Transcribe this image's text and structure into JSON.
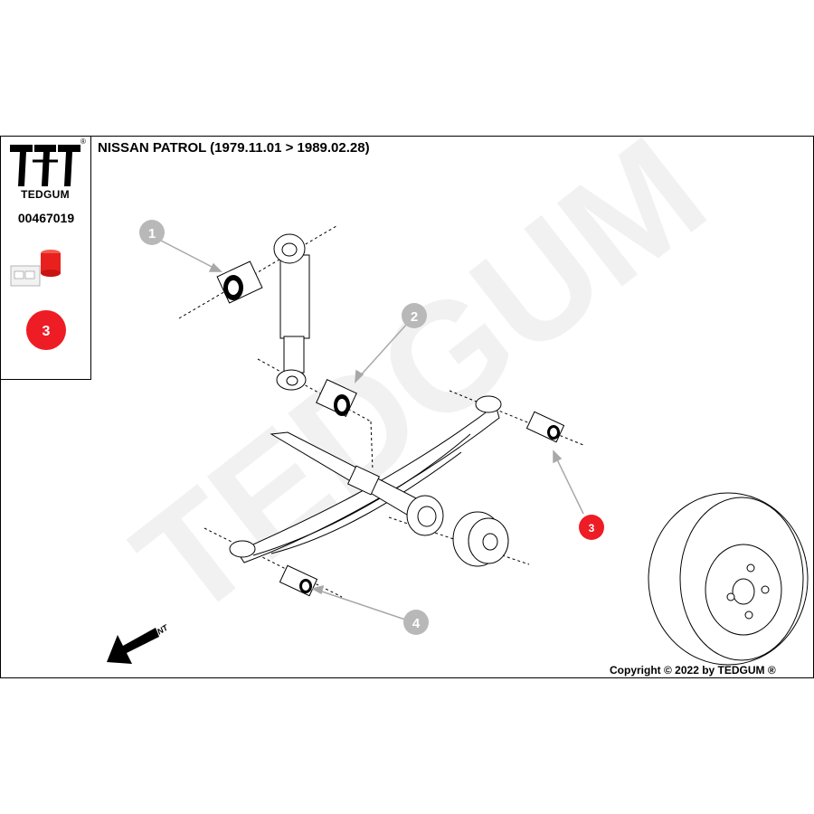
{
  "brand": {
    "name": "TEDGUM",
    "registered": "®"
  },
  "part_number": "00467019",
  "title": "NISSAN PATROL  (1979.11.01 > 1989.02.28)",
  "selected_callout": "3",
  "callouts": [
    "1",
    "2",
    "3",
    "4"
  ],
  "front_label": "FRONT",
  "watermark": "TEDGUM",
  "copyright": "Copyright © 2022 by TEDGUM ®",
  "colors": {
    "highlight": "#ee1c24",
    "callout_grey": "#b8b8b8",
    "line": "#000000"
  }
}
